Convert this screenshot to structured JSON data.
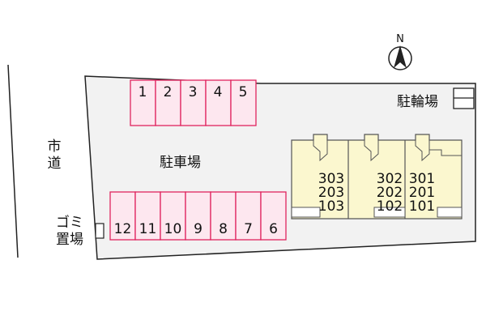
{
  "compass": {
    "north_label": "N"
  },
  "road_label": [
    "市",
    "道"
  ],
  "bicycle_parking_label": "駐輪場",
  "parking_label": "駐車場",
  "garbage_label": [
    "ゴミ",
    "置場"
  ],
  "parking_spaces_top": [
    "1",
    "2",
    "3",
    "4",
    "5"
  ],
  "parking_spaces_bottom": [
    "12",
    "11",
    "10",
    "9",
    "8",
    "7",
    "6"
  ],
  "building_units": [
    {
      "floor3": "303",
      "floor2": "203",
      "floor1": "103"
    },
    {
      "floor3": "302",
      "floor2": "202",
      "floor1": "102"
    },
    {
      "floor3": "301",
      "floor2": "201",
      "floor1": "101"
    }
  ],
  "colors": {
    "lot_fill": "#f2f2f2",
    "parking_fill": "#fde7ef",
    "parking_stroke": "#e0245e",
    "building_fill": "#fbf7cf",
    "building_stroke": "#555555"
  }
}
